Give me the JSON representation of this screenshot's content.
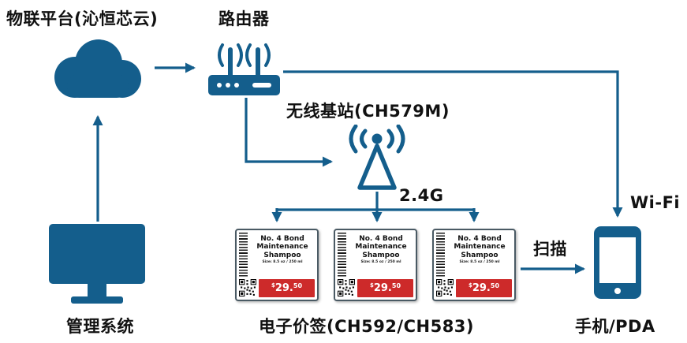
{
  "diagram": {
    "nodes": {
      "cloud": {
        "label": "物联平台(沁恒芯云)"
      },
      "router": {
        "label": "路由器"
      },
      "base_station": {
        "label": "无线基站(CH579M)"
      },
      "management": {
        "label": "管理系统"
      },
      "esl": {
        "label": "电子价签(CH592/CH583)"
      },
      "phone": {
        "label": "手机/PDA"
      }
    },
    "annotations": {
      "rf": "2.4G",
      "wifi": "Wi-Fi",
      "scan": "扫描"
    }
  },
  "tag": {
    "title": "No. 4 Bond Maintenance Shampoo",
    "subtitle": "Size: 8.5 oz / 250 ml",
    "price_dollar": "$",
    "price_int": "29.",
    "price_cents": "50"
  },
  "colors": {
    "primary": "#145e8c",
    "accent_red": "#cd2a2a",
    "text": "#111111"
  }
}
